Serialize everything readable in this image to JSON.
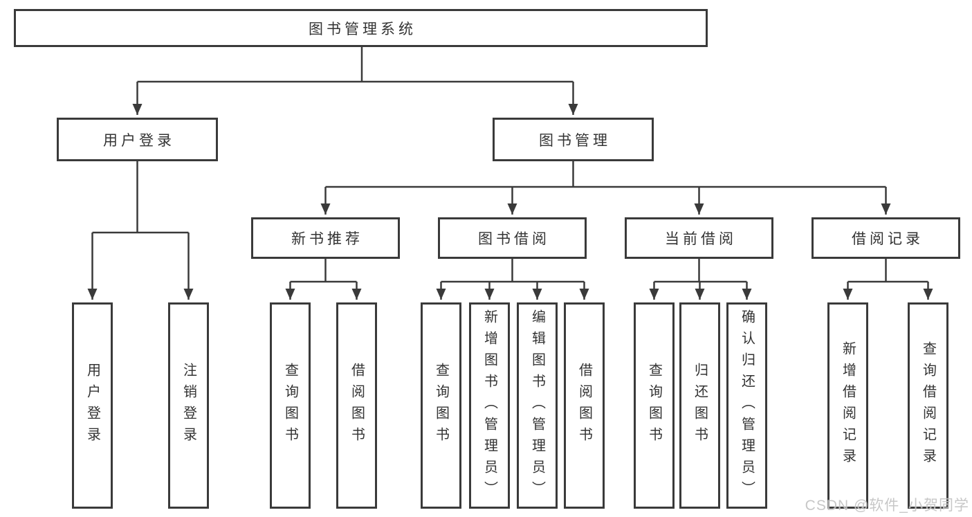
{
  "diagram_title": "图书管理系统",
  "watermark": {
    "text": "CSDN @软件_小贺同学"
  },
  "colors": {
    "line": "#3a3a3a",
    "text": "#333333",
    "background": "#ffffff",
    "watermark": "#c2c2c2"
  },
  "tree": {
    "label": "图书管理系统",
    "children": [
      {
        "label": "用户登录",
        "children": [
          {
            "label": "用户登录"
          },
          {
            "label": "注销登录"
          }
        ]
      },
      {
        "label": "图书管理",
        "children": [
          {
            "label": "新书推荐",
            "children": [
              {
                "label": "查询图书"
              },
              {
                "label": "借阅图书"
              }
            ]
          },
          {
            "label": "图书借阅",
            "children": [
              {
                "label": "查询图书"
              },
              {
                "label": "新增图书（管理员）"
              },
              {
                "label": "编辑图书（管理员）"
              },
              {
                "label": "借阅图书"
              }
            ]
          },
          {
            "label": "当前借阅",
            "children": [
              {
                "label": "查询图书"
              },
              {
                "label": "归还图书"
              },
              {
                "label": "确认归还（管理员）"
              }
            ]
          },
          {
            "label": "借阅记录",
            "children": [
              {
                "label": "新增借阅记录"
              },
              {
                "label": "查询借阅记录"
              }
            ]
          }
        ]
      }
    ]
  }
}
